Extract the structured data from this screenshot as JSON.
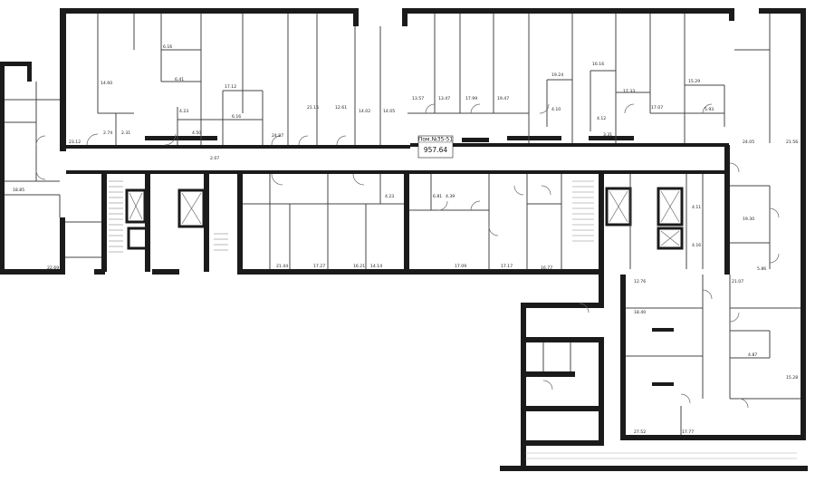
{
  "premises_tag": {
    "title": "Пом.№35-51",
    "area": "957.64"
  },
  "room_labels": [
    "14.60",
    "6.16",
    "6.41",
    "17.12",
    "21.15",
    "12.61",
    "14.02",
    "14.05",
    "13.57",
    "13.47",
    "17.99",
    "19.47",
    "19.24",
    "16.16",
    "17.33",
    "17.07",
    "15.29",
    "2.74",
    "2.31",
    "4.23",
    "4.50",
    "6.16",
    "24.87",
    "4.10",
    "4.12",
    "5.93",
    "3.31",
    "23.12",
    "2.07",
    "24.05",
    "21.56",
    "18.85",
    "4.23",
    "6.81",
    "4.39",
    "4.11",
    "4.16",
    "19.30",
    "5.86",
    "22.69",
    "21.44",
    "17.27",
    "16.21",
    "14.14",
    "17.09",
    "17.17",
    "16.77",
    "12.76",
    "21.07",
    "18.40",
    "4.87",
    "15.28",
    "27.52",
    "17.77"
  ],
  "colors": {
    "wall": "#1b1b1b",
    "thin": "#444444",
    "background": "#ffffff"
  }
}
